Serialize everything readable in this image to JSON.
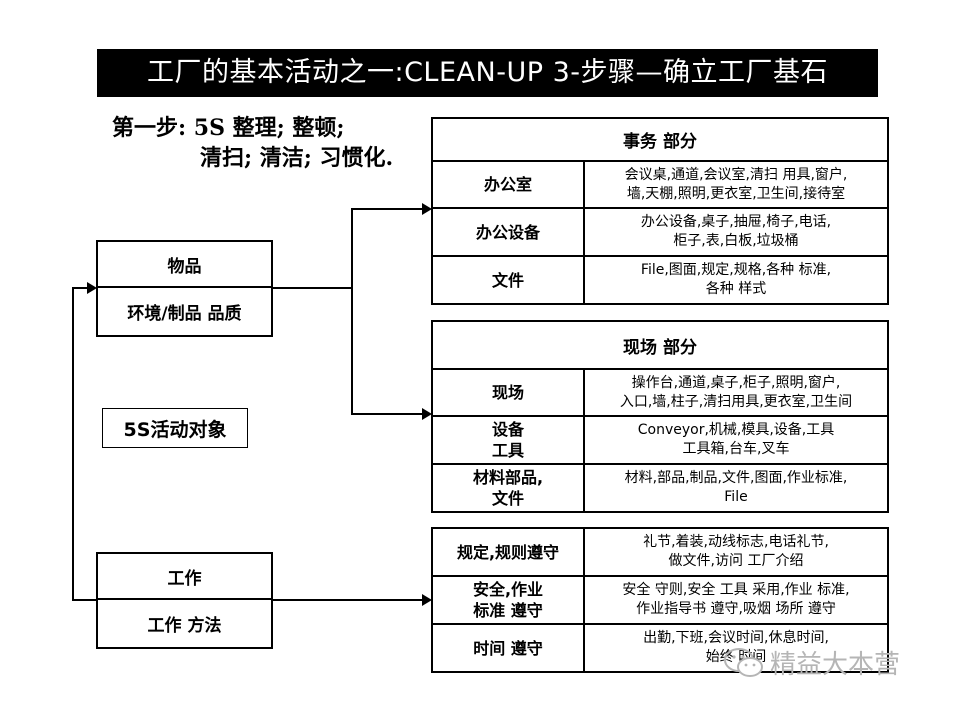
{
  "title": "工厂的基本活动之一:CLEAN-UP 3-步骤—确立工厂基石",
  "step": {
    "line1": "第一步: 5S  整理; 整顿;",
    "line2": "清扫; 清洁; 习惯化."
  },
  "objects": {
    "items_label": "物品",
    "items_sub": "环境/制品 品质",
    "activity_target": "5S活动对象",
    "work_label": "工作",
    "work_sub": "工作 方法"
  },
  "office_section": {
    "header": "事务 部分",
    "rows": [
      {
        "label": "办公室",
        "desc": "会议桌,通道,会议室,清扫 用具,窗户,\n墙,天棚,照明,更衣室,卫生间,接待室"
      },
      {
        "label": "办公设备",
        "desc": "办公设备,桌子,抽屉,椅子,电话,\n柜子,表,白板,垃圾桶"
      },
      {
        "label": "文件",
        "desc": "File,图面,规定,规格,各种 标准,\n各种 样式"
      }
    ]
  },
  "site_section": {
    "header": "现场 部分",
    "rows": [
      {
        "label": "现场",
        "desc": "操作台,通道,桌子,柜子,照明,窗户,\n入口,墙,柱子,清扫用具,更衣室,卫生间"
      },
      {
        "label": "设备\n工具",
        "desc": "Conveyor,机械,模具,设备,工具\n工具箱,台车,叉车"
      },
      {
        "label": "材料部品,\n文件",
        "desc": "材料,部品,制品,文件,图面,作业标准,\nFile"
      }
    ]
  },
  "work_section": {
    "rows": [
      {
        "label": "规定,规则遵守",
        "desc": "礼节,着装,动线标志,电话礼节,\n做文件,访问 工厂介绍"
      },
      {
        "label": "安全,作业\n标准 遵守",
        "desc": "安全 守则,安全 工具 采用,作业 标准,\n作业指导书 遵守,吸烟 场所 遵守"
      },
      {
        "label": "时间 遵守",
        "desc": "出勤,下班,会议时间,休息时间,\n始终 时间"
      }
    ]
  },
  "watermark": "精益大本营",
  "colors": {
    "title_bg": "#000000",
    "title_text": "#ffffff",
    "line": "#000000",
    "watermark": "#b5b5b5"
  }
}
